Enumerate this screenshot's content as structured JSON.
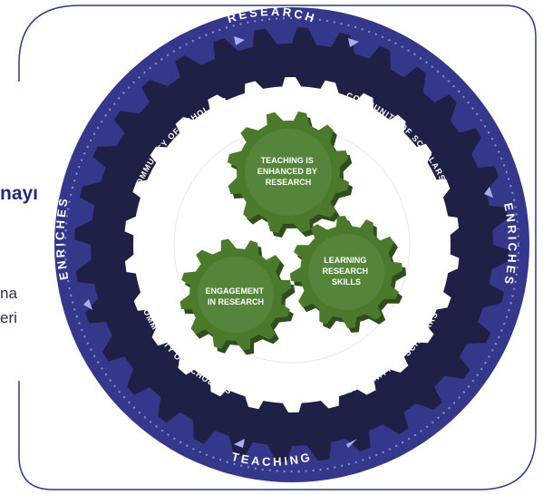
{
  "side_panel": {
    "title_fragment": "nayı",
    "line_1_fragment": "na",
    "line_2_fragment": "eri"
  },
  "outer_ring": {
    "top": "RESEARCH",
    "bottom": "TEACHING",
    "left": "ENRICHES",
    "right": "ENRICHES"
  },
  "community_label": "COMMUNITY OF SCHOLARS",
  "gears": {
    "teaching": [
      "TEACHING IS",
      "ENHANCED BY",
      "RESEARCH"
    ],
    "learning": [
      "LEARNING",
      "RESEARCH",
      "SKILLS"
    ],
    "engagement": [
      "ENGAGEMENT",
      "IN RESEARCH"
    ]
  },
  "colors": {
    "outer_ring": "#35378b",
    "inner_ring": "#1f2045",
    "gear_green": "#4c7a2d",
    "gear_shadow": "#2f4e1c",
    "card_border": "#2c3a86",
    "title_text": "#1f2e7a"
  }
}
